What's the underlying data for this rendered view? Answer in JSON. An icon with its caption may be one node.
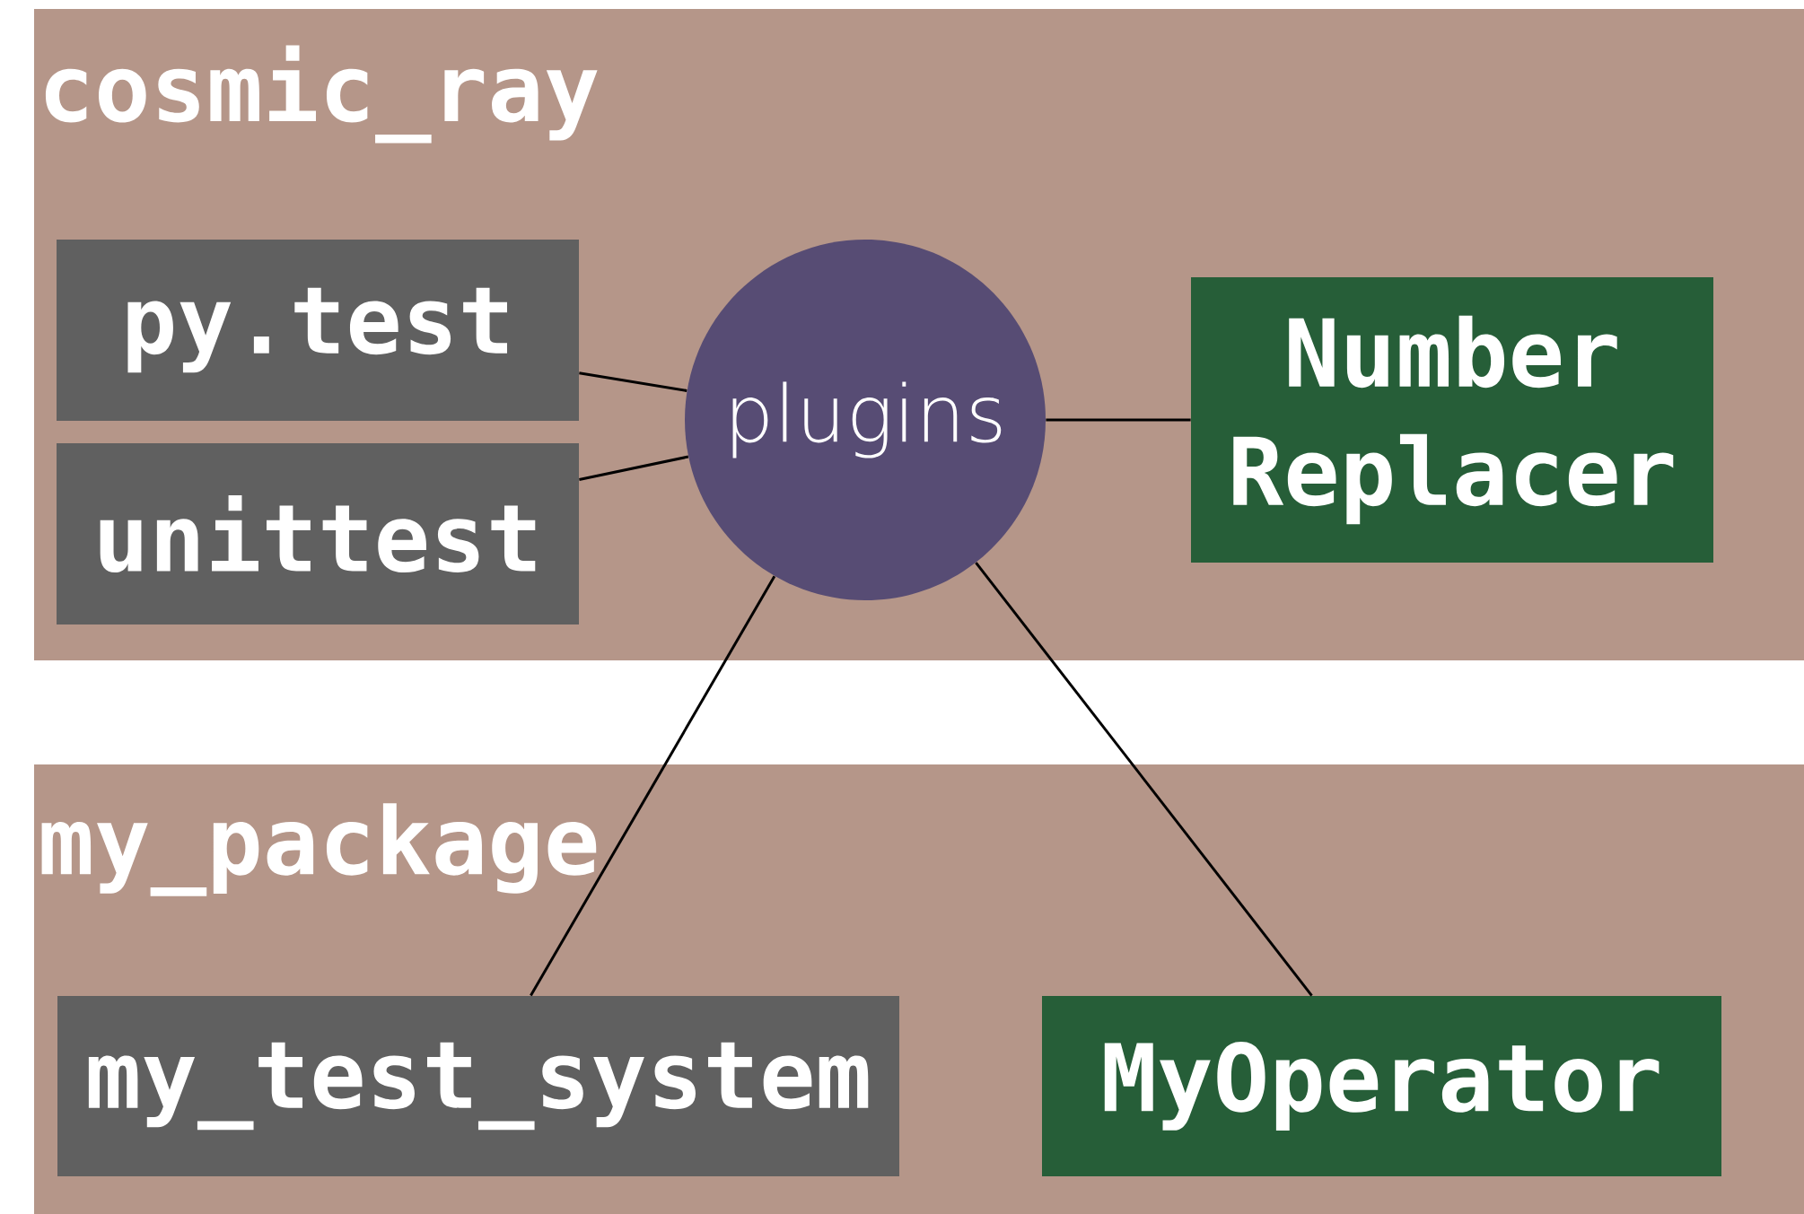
{
  "diagram": {
    "nodes": [
      {
        "text": [
          "cosmic_ray"
        ]
      },
      {
        "text": [
          "py.test"
        ],
        "in": 0
      },
      {
        "text": [
          "unittest"
        ],
        "in": 0
      },
      {
        "text": [
          "plugins"
        ],
        "in": 0
      },
      {
        "text": [
          "Number Replacer"
        ],
        "in": 0
      },
      {
        "text": [
          "my_package"
        ]
      },
      {
        "text": [
          "my_test_system"
        ],
        "in": 5
      },
      {
        "text": [
          "MyOperator"
        ],
        "in": 5
      }
    ],
    "edges": [
      {
        "from": 1,
        "to": 3,
        "arrow": "none"
      },
      {
        "from": 2,
        "to": 3,
        "arrow": "none"
      },
      {
        "from": 3,
        "to": 4,
        "arrow": "none"
      },
      {
        "from": 3,
        "to": 6,
        "arrow": "none"
      },
      {
        "from": 3,
        "to": 7,
        "arrow": "none"
      }
    ]
  }
}
